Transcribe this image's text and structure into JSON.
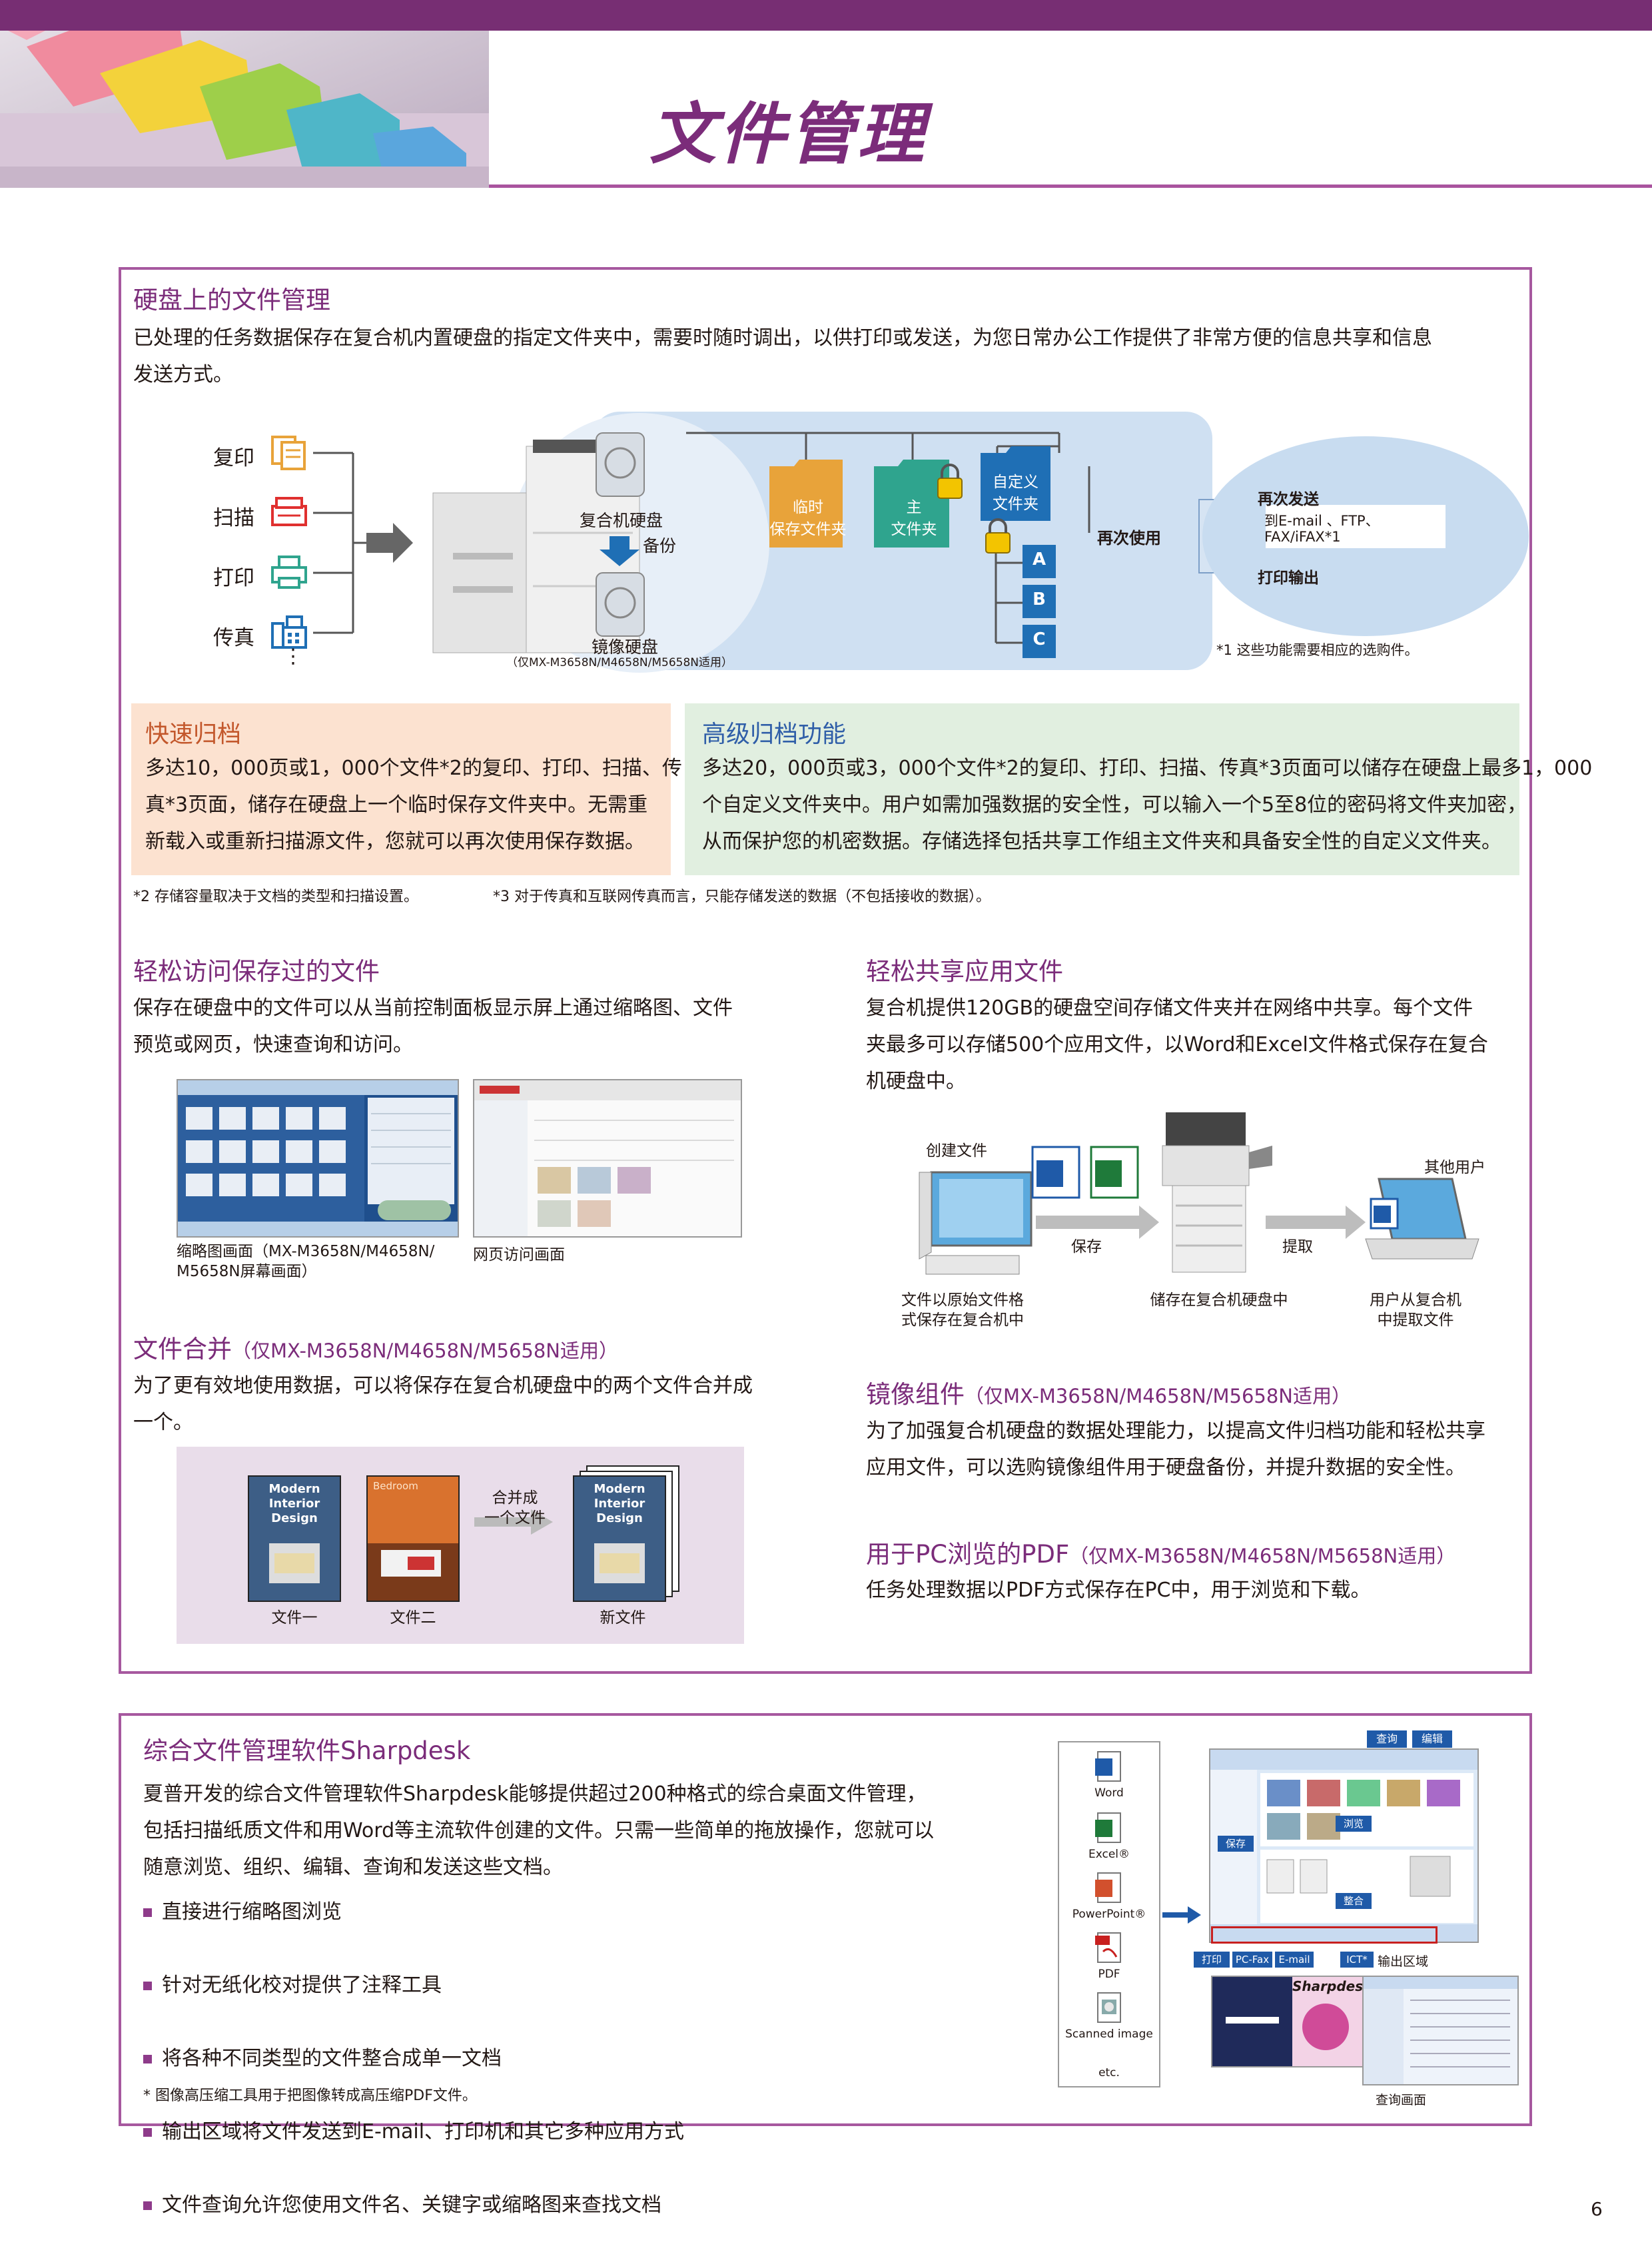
{
  "header": {
    "title": "文件管理"
  },
  "hdd_section": {
    "heading": "硬盘上的文件管理",
    "body_line1": "已处理的任务数据保存在复合机内置硬盘的指定文件夹中，需要时随时调出，以供打印或发送，为您日常办公工作提供了非常方便的信息共享和信息",
    "body_line2": "发送方式。",
    "inputs": [
      "复印",
      "扫描",
      "打印",
      "传真"
    ],
    "ellipsis": "⋮",
    "hdd_label": "复合机硬盘",
    "backup_label": "备份",
    "mirror_label": "镜像硬盘",
    "mirror_note": "（仅MX-M3658N/M4658N/M5658N适用）",
    "temp_folder": [
      "临时",
      "保存文件夹"
    ],
    "main_folder": [
      "主",
      "文件夹"
    ],
    "custom_folder": [
      "自定义",
      "文件夹"
    ],
    "sub_folders": [
      "A",
      "B",
      "C"
    ],
    "reuse_label": "再次使用",
    "resend_label": "再次发送",
    "resend_targets_1": "到E-mail 、FTP、",
    "resend_targets_2": "FAX/iFAX*1",
    "reprint_label": "打印输出",
    "footnote1": "*1 这些功能需要相应的选购件。"
  },
  "quick_file": {
    "heading": "快速归档",
    "lines": [
      "多达10，000页或1，000个文件*2的复印、打印、扫描、传",
      "真*3页面，储存在硬盘上一个临时保存文件夹中。无需重",
      "新载入或重新扫描源文件，您就可以再次使用保存数据。"
    ]
  },
  "advanced_file": {
    "heading": "高级归档功能",
    "lines": [
      "多达20，000页或3，000个文件*2的复印、打印、扫描、传真*3页面可以储存在硬盘上最多1，000",
      "个自定义文件夹中。用户如需加强数据的安全性，可以输入一个5至8位的密码将文件夹加密，",
      "从而保护您的机密数据。存储选择包括共享工作组主文件夹和具备安全性的自定义文件夹。"
    ]
  },
  "footnotes": {
    "n2": "*2 存储容量取决于文档的类型和扫描设置。",
    "n3": "*3 对于传真和互联网传真而言，只能存储发送的数据（不包括接收的数据）。"
  },
  "easy_access": {
    "heading": "轻松访问保存过的文件",
    "lines": [
      "保存在硬盘中的文件可以从当前控制面板显示屏上通过缩略图、文件",
      "预览或网页，快速查询和访问。"
    ],
    "caption_thumb": [
      "缩略图画面（MX-M3658N/M4658N/",
      "M5658N屏幕画面）"
    ],
    "caption_web": "网页访问画面"
  },
  "merge": {
    "heading": "文件合并",
    "heading_note": "（仅MX-M3658N/M4658N/M5658N适用）",
    "lines": [
      "为了更有效地使用数据，可以将保存在复合机硬盘中的两个文件合并成",
      "一个。"
    ],
    "merge_label": [
      "合并成",
      "一个文件"
    ],
    "file1": "文件一",
    "file2": "文件二",
    "new_file": "新文件",
    "cover_title": [
      "Modern",
      "Interior",
      "Design"
    ],
    "cover2_title": "Bedroom"
  },
  "share": {
    "heading": "轻松共享应用文件",
    "lines": [
      "复合机提供120GB的硬盘空间存储文件夹并在网络中共享。每个文件",
      "夹最多可以存储500个应用文件，以Word和Excel文件格式保存在复合",
      "机硬盘中。"
    ],
    "create_label": "创建文件",
    "other_users": "其他用户",
    "save_label": "保存",
    "fetch_label": "提取",
    "cap1": [
      "文件以原始文件格",
      "式保存在复合机中"
    ],
    "cap2": "储存在复合机硬盘中",
    "cap3": [
      "用户从复合机",
      "中提取文件"
    ]
  },
  "mirror": {
    "heading": "镜像组件",
    "heading_note": "（仅MX-M3658N/M4658N/M5658N适用）",
    "lines": [
      "为了加强复合机硬盘的数据处理能力，以提高文件归档功能和轻松共享",
      "应用文件，可以选购镜像组件用于硬盘备份，并提升数据的安全性。"
    ]
  },
  "pdf": {
    "heading": "用于PC浏览的PDF",
    "heading_note": "（仅MX-M3658N/M4658N/M5658N适用）",
    "line": "任务处理数据以PDF方式保存在PC中，用于浏览和下载。"
  },
  "sharpdesk": {
    "heading": "综合文件管理软件Sharpdesk",
    "lines": [
      "夏普开发的综合文件管理软件Sharpdesk能够提供超过200种格式的综合桌面文件管理，",
      "包括扫描纸质文件和用Word等主流软件创建的文件。只需一些简单的拖放操作，您就可以",
      "随意浏览、组织、编辑、查询和发送这些文档。"
    ],
    "bullets": [
      "直接进行缩略图浏览",
      "针对无纸化校对提供了注释工具",
      "将各种不同类型的文件整合成单一文档",
      "输出区域将文件发送到E-mail、打印机和其它多种应用方式",
      "文件查询允许您使用文件名、关键字或缩略图来查找文档"
    ],
    "footnote": "* 图像高压缩工具用于把图像转成高压缩PDF文件。",
    "formats": [
      "Word",
      "Excel®",
      "PowerPoint®",
      "PDF",
      "Scanned image",
      "etc."
    ],
    "tag_search": "查询",
    "tag_edit": "编辑",
    "tag_browse": "浏览",
    "tag_save": "保存",
    "tag_merge": "整合",
    "out_buttons": [
      "打印",
      "PC-Fax",
      "E-mail",
      "ICT*"
    ],
    "out_label": "输出区域",
    "search_screen": "查询画面",
    "sharpdesk_logo": "Sharpdesk"
  },
  "page_number": "6",
  "colors": {
    "brand_purple": "#7b2c7a",
    "frame": "#a6589f",
    "folder_orange": "#e8a33a",
    "folder_teal": "#2fa48e",
    "folder_blue": "#1f6fb5"
  }
}
